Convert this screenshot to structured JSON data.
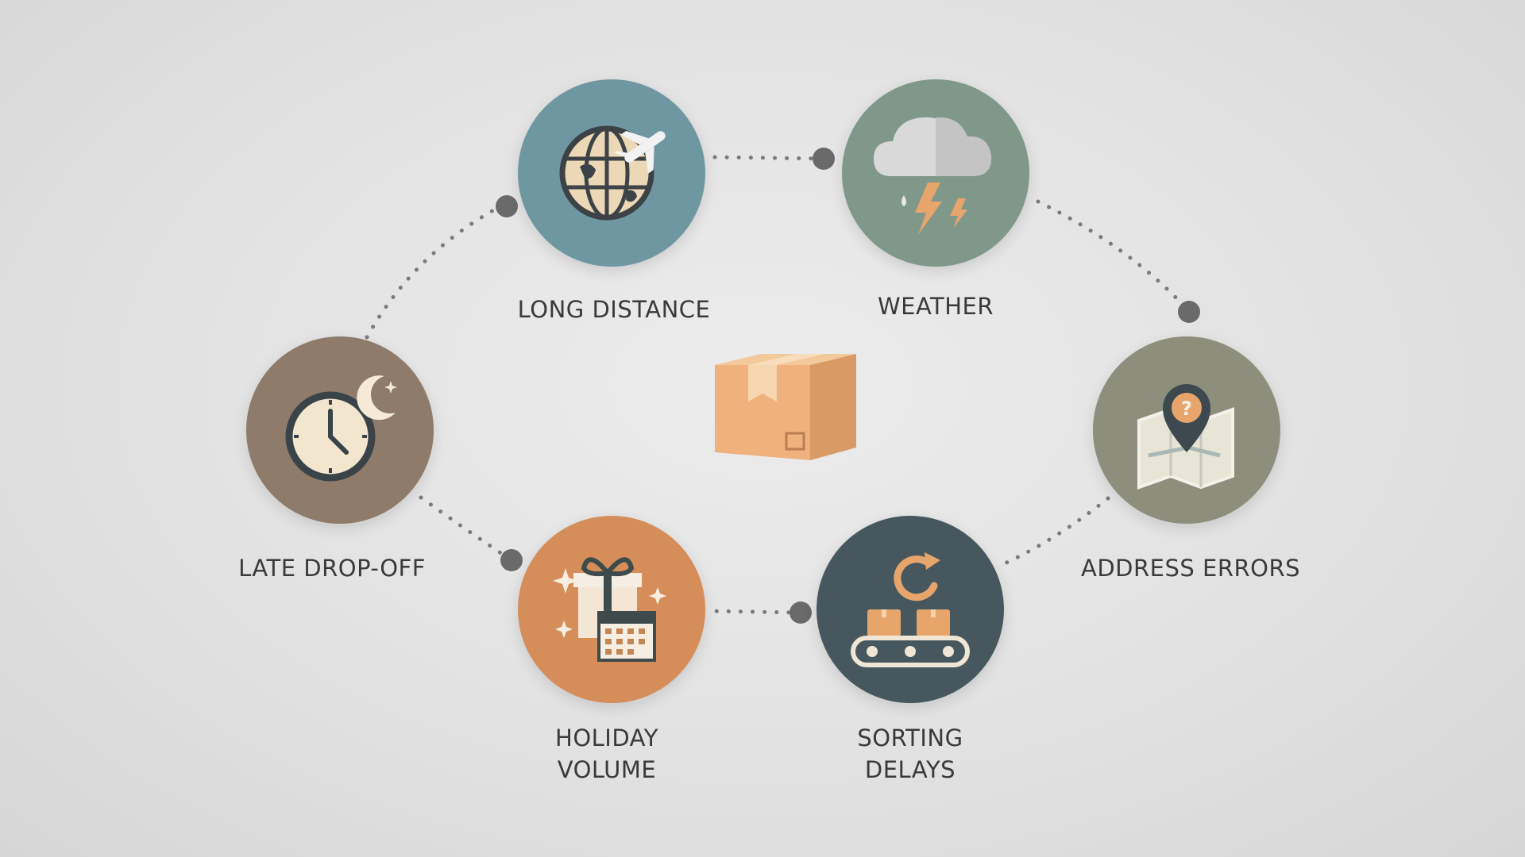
{
  "diagram": {
    "center": {
      "icon": "cardboard-box-icon"
    },
    "nodes": [
      {
        "id": "long-distance",
        "label": "LONG DISTANCE",
        "icon": "globe-airplane-icon",
        "color": "#6f97a2"
      },
      {
        "id": "weather",
        "label": "WEATHER",
        "icon": "storm-cloud-icon",
        "color": "#7f988a"
      },
      {
        "id": "address-errors",
        "label": "ADDRESS ERRORS",
        "icon": "map-pin-question-icon",
        "color": "#8d8f7c"
      },
      {
        "id": "sorting-delays",
        "label_lines": [
          "SORTING",
          "DELAYS"
        ],
        "icon": "conveyor-belt-icon",
        "color": "#46585d"
      },
      {
        "id": "holiday-volume",
        "label_lines": [
          "HOLIDAY",
          "VOLUME"
        ],
        "icon": "gift-calendar-icon",
        "color": "#d58e5a"
      },
      {
        "id": "late-drop-off",
        "label": "LATE DROP-OFF",
        "icon": "clock-moon-icon",
        "color": "#8e7b6a"
      }
    ],
    "connector_color": "#707070"
  }
}
